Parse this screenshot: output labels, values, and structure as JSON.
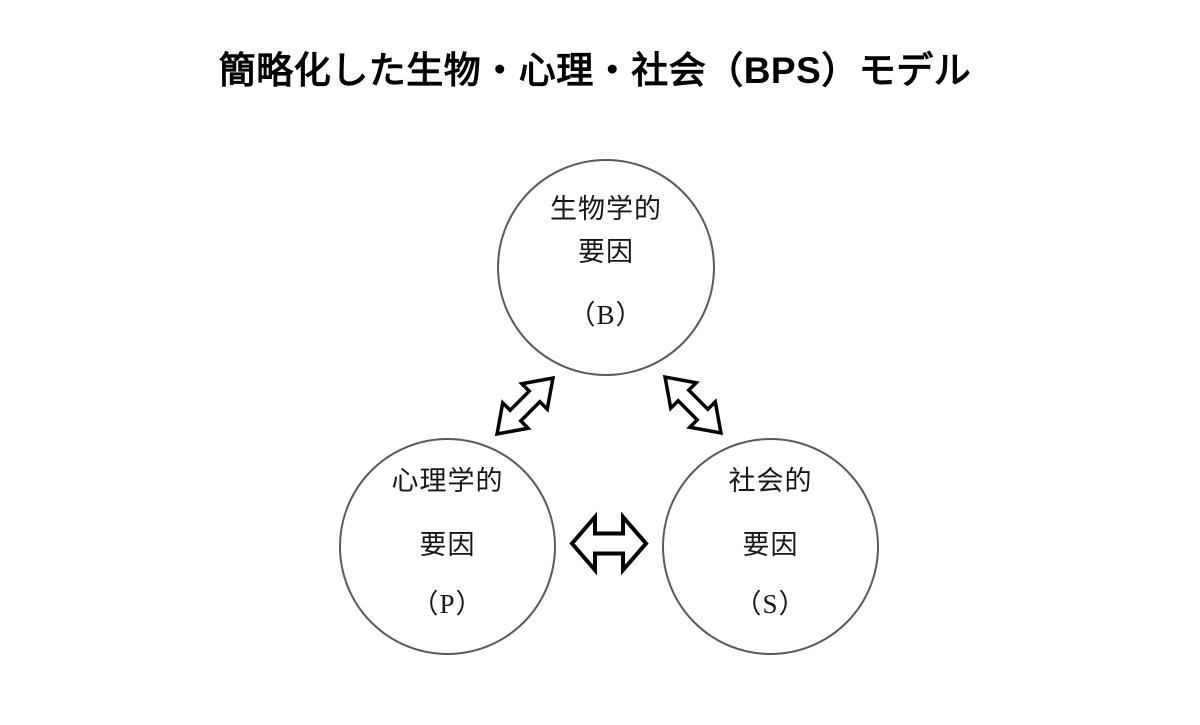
{
  "title": "簡略化した生物・心理・社会（BPS）モデル",
  "colors": {
    "background": "#ffffff",
    "circle_stroke": "#595959",
    "arrow_stroke": "#000000",
    "text": "#151515"
  },
  "nodes": [
    {
      "id": "biological",
      "lines": [
        "生物学的",
        "要因",
        "（B）"
      ]
    },
    {
      "id": "psychological",
      "lines": [
        "心理学的",
        "要因",
        "（P）"
      ]
    },
    {
      "id": "social",
      "lines": [
        "社会的",
        "要因",
        "（S）"
      ]
    }
  ],
  "arrows": [
    {
      "id": "biological-psychological",
      "type": "double-headed-diagonal"
    },
    {
      "id": "biological-social",
      "type": "double-headed-diagonal"
    },
    {
      "id": "psychological-social",
      "type": "double-headed-horizontal"
    }
  ]
}
